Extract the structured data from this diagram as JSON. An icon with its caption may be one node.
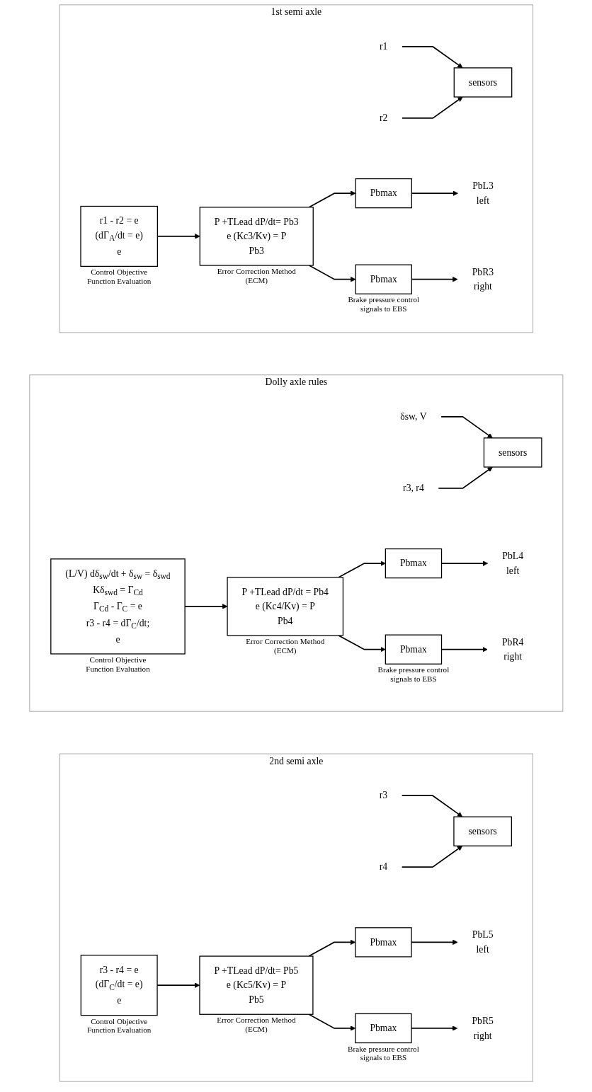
{
  "diagram": {
    "nodes": [
      {
        "text": [
          "1st semi axle"
        ]
      },
      {
        "text": [
          "r1"
        ],
        "in": 0
      },
      {
        "text": [
          "r2"
        ],
        "in": 0
      },
      {
        "text": [
          "sensors"
        ],
        "in": 0
      },
      {
        "text": [
          "r1 - r2 = e",
          "(dΓ$_{A}$/dt = e)",
          "e"
        ],
        "beside": [
          "Control Objective Function Evaluation"
        ],
        "in": 0
      },
      {
        "text": [
          "P +TLead dP/dt= Pb3",
          "e (Kc3/Kv) = P",
          "Pb3"
        ],
        "beside": [
          "Error Correction Method (ECM)"
        ],
        "in": 0
      },
      {
        "text": [
          "Pbmax"
        ],
        "in": 0
      },
      {
        "text": [
          "Pbmax"
        ],
        "beside": [
          "Brake pressure control signals to EBS"
        ],
        "in": 0
      },
      {
        "text": [
          "PbL3",
          "left"
        ],
        "in": 0
      },
      {
        "text": [
          "PbR3",
          "right"
        ],
        "in": 0
      },
      {
        "text": [
          "Dolly axle rules"
        ]
      },
      {
        "text": [
          "δsw, V"
        ],
        "in": 10
      },
      {
        "text": [
          "r3, r4"
        ],
        "in": 10
      },
      {
        "text": [
          "sensors"
        ],
        "in": 10
      },
      {
        "text": [
          "(L/V) dδ$_{sw}$/dt + δ$_{sw}$ = δ$_{swd}$",
          "Kδ$_{swd}$ = Γ$_{Cd}$",
          "Γ$_{Cd}$ - Γ$_{C}$ = e",
          "r3 - r4 = dΓ$_{C}$/dt;",
          "e"
        ],
        "beside": [
          "Control Objective Function Evaluation"
        ],
        "in": 10
      },
      {
        "text": [
          "P +TLead dP/dt = Pb4",
          "e (Kc4/Kv) = P",
          "Pb4"
        ],
        "beside": [
          "Error Correction Method (ECM)"
        ],
        "in": 10
      },
      {
        "text": [
          "Pbmax"
        ],
        "in": 10
      },
      {
        "text": [
          "Pbmax"
        ],
        "beside": [
          "Brake pressure control signals to EBS"
        ],
        "in": 10
      },
      {
        "text": [
          "PbL4",
          "left"
        ],
        "in": 10
      },
      {
        "text": [
          "PbR4",
          "right"
        ],
        "in": 10
      },
      {
        "text": [
          "2nd semi axle"
        ]
      },
      {
        "text": [
          "r3"
        ],
        "in": 20
      },
      {
        "text": [
          "r4"
        ],
        "in": 20
      },
      {
        "text": [
          "sensors"
        ],
        "in": 20
      },
      {
        "text": [
          "r3 - r4 = e",
          "(dΓ$_{C}$/dt = e)",
          "e"
        ],
        "beside": [
          "Control Objective Function Evaluation"
        ],
        "in": 20
      },
      {
        "text": [
          "P +TLead dP/dt= Pb5",
          "e (Kc5/Kv) = P",
          "Pb5"
        ],
        "beside": [
          "Error Correction Method (ECM)"
        ],
        "in": 20
      },
      {
        "text": [
          "Pbmax"
        ],
        "in": 20
      },
      {
        "text": [
          "Pbmax"
        ],
        "beside": [
          "Brake pressure control signals to EBS"
        ],
        "in": 20
      },
      {
        "text": [
          "PbL5",
          "left"
        ],
        "in": 20
      },
      {
        "text": [
          "PbR5",
          "right"
        ],
        "in": 20
      }
    ],
    "edges": [
      {
        "from": 1,
        "to": 3,
        "arrow": "to"
      },
      {
        "from": 2,
        "to": 3,
        "arrow": "to"
      },
      {
        "from": 4,
        "to": 5,
        "arrow": "to"
      },
      {
        "from": 5,
        "to": 6,
        "arrow": "to"
      },
      {
        "from": 5,
        "to": 7,
        "arrow": "to"
      },
      {
        "from": 6,
        "to": 8,
        "arrow": "to"
      },
      {
        "from": 7,
        "to": 9,
        "arrow": "to"
      },
      {
        "from": 11,
        "to": 13,
        "arrow": "to"
      },
      {
        "from": 12,
        "to": 13,
        "arrow": "to"
      },
      {
        "from": 14,
        "to": 15,
        "arrow": "to"
      },
      {
        "from": 15,
        "to": 16,
        "arrow": "to"
      },
      {
        "from": 15,
        "to": 17,
        "arrow": "to"
      },
      {
        "from": 16,
        "to": 18,
        "arrow": "to"
      },
      {
        "from": 17,
        "to": 19,
        "arrow": "to"
      },
      {
        "from": 21,
        "to": 23,
        "arrow": "to"
      },
      {
        "from": 22,
        "to": 23,
        "arrow": "to"
      },
      {
        "from": 24,
        "to": 25,
        "arrow": "to"
      },
      {
        "from": 25,
        "to": 26,
        "arrow": "to"
      },
      {
        "from": 25,
        "to": 27,
        "arrow": "to"
      },
      {
        "from": 26,
        "to": 28,
        "arrow": "to"
      },
      {
        "from": 27,
        "to": 29,
        "arrow": "to"
      }
    ]
  }
}
